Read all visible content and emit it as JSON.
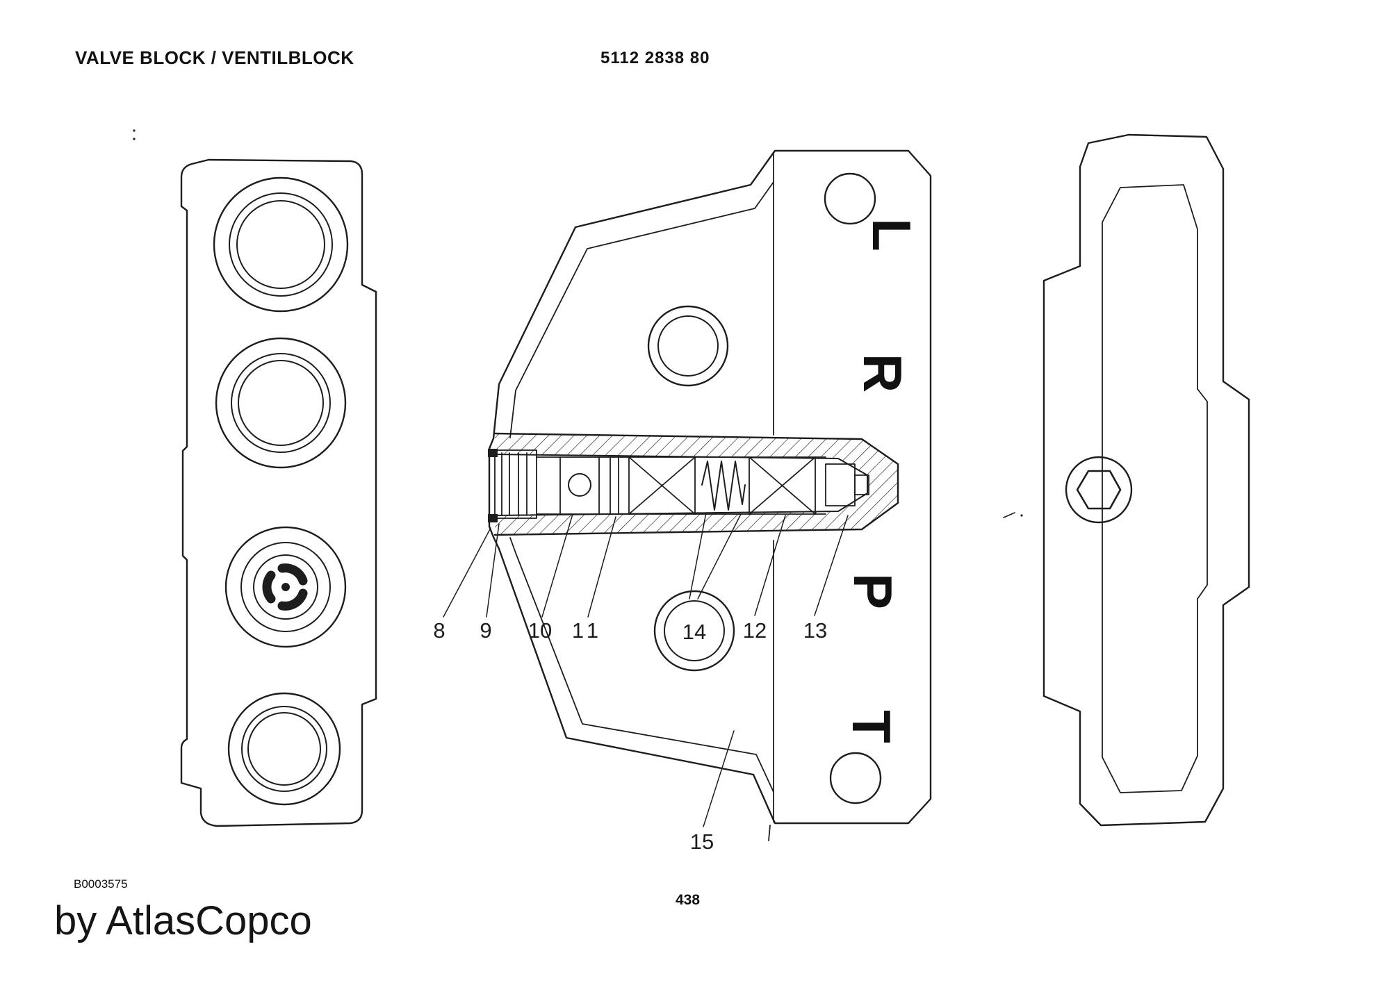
{
  "header": {
    "title": "VALVE BLOCK / VENTILBLOCK",
    "part_number": "5112 2838 80"
  },
  "diagram": {
    "port_labels": {
      "l": "L",
      "r": "R",
      "p": "P",
      "t": "T"
    },
    "callouts": {
      "c8": "8",
      "c9": "9",
      "c10": "10",
      "c11": "11",
      "c12": "12",
      "c13": "13",
      "c14": "14",
      "c15": "15"
    }
  },
  "footer": {
    "drawing_code": "B0003575",
    "brand": "by AtlasCopco",
    "page_number": "438"
  }
}
